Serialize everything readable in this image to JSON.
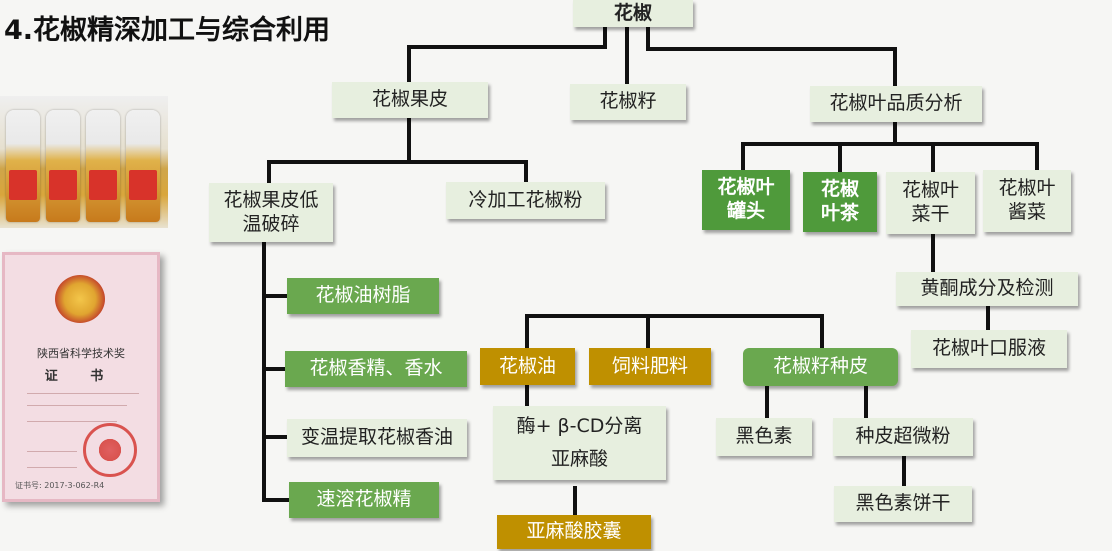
{
  "title": "4.花椒精深加工与综合利用",
  "nodes": {
    "root": "花椒",
    "peel": "花椒果皮",
    "seed": "花椒籽",
    "leaf_quality": "花椒叶品质分析",
    "peel_lowtemp": "花椒果皮低\n温破碎",
    "cold_powder": "冷加工花椒粉",
    "leaf_can": "花椒叶\n罐头",
    "leaf_tea": "花椒\n叶茶",
    "leaf_dried": "花椒叶\n菜干",
    "leaf_sauce": "花椒叶\n酱菜",
    "flavonoid": "黄酮成分及检测",
    "leaf_oral": "花椒叶口服液",
    "oleoresin": "花椒油树脂",
    "essence": "花椒香精、香水",
    "vartemp_oil": "变温提取花椒香油",
    "instant": "速溶花椒精",
    "seed_oil": "花椒油",
    "feed": "饲料肥料",
    "seed_coat": "花椒籽种皮",
    "enzyme": "酶+ β-CD分离\n亚麻酸",
    "melanin": "黑色素",
    "coat_powder": "种皮超微粉",
    "melanin_biscuit": "黑色素饼干",
    "linolenic_capsule": "亚麻酸胶囊"
  },
  "certificate": {
    "award": "陕西省科学技术奖",
    "doc": "证 书",
    "serial": "证书号: 2017-3-062-R4"
  },
  "colors": {
    "light_box": "#e7efdf",
    "green": "#6aa84f",
    "gold": "#bf9000",
    "line": "#111111"
  }
}
